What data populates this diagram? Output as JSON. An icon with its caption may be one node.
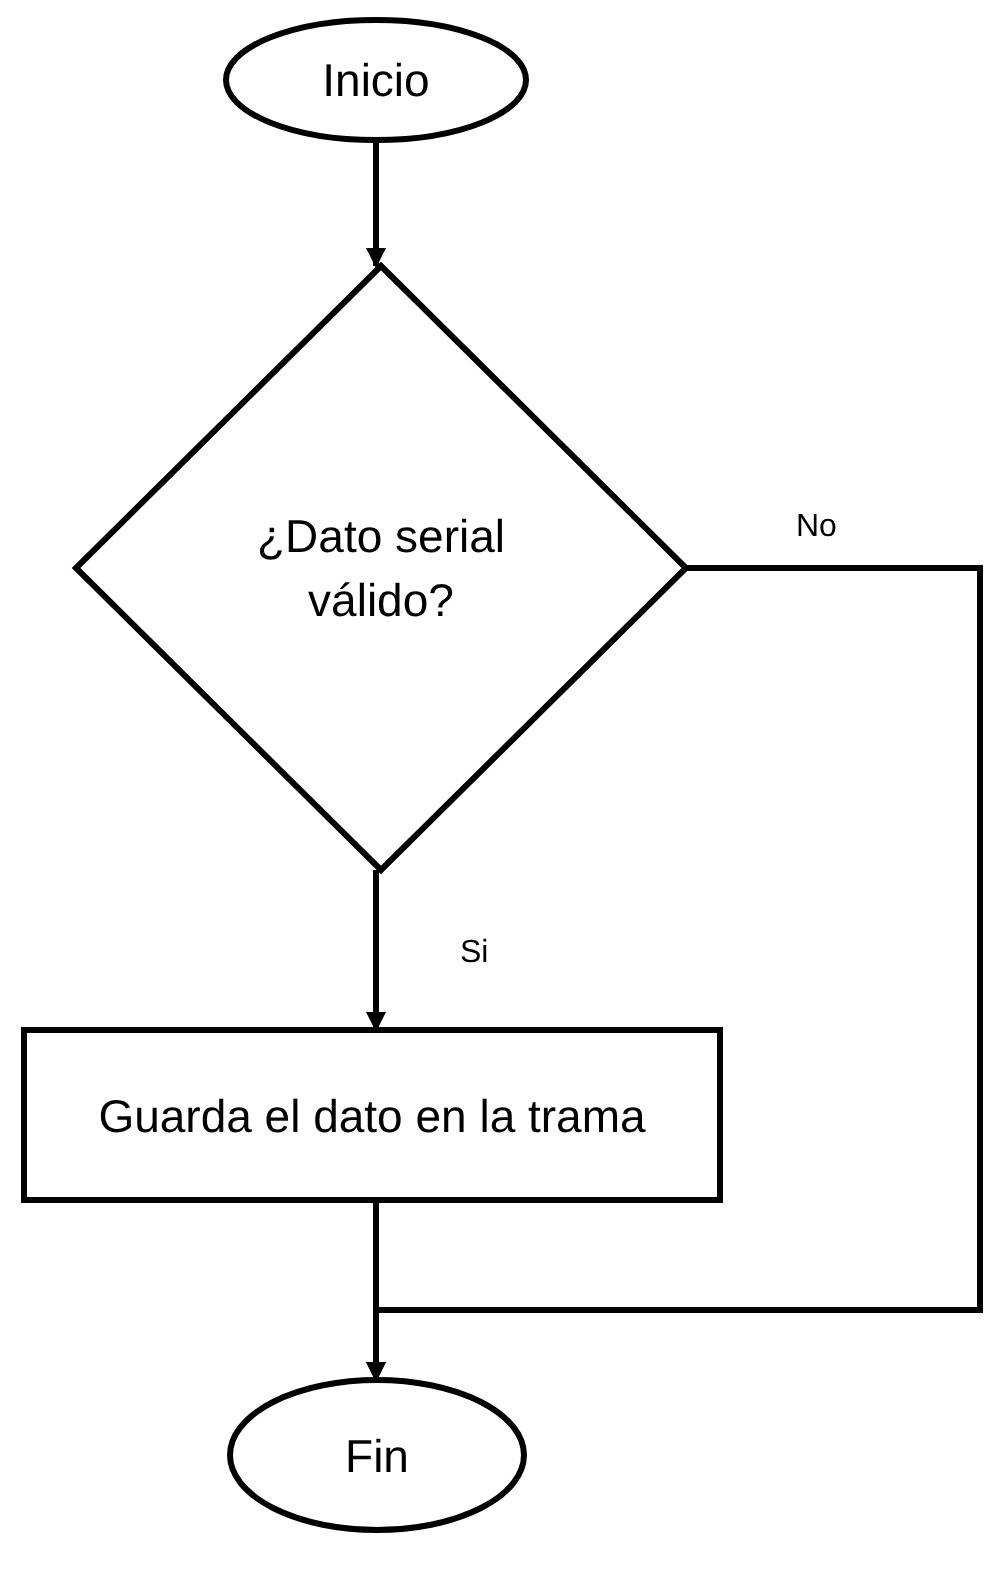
{
  "diagram": {
    "nodes": [
      {
        "text": [
          "Inicio"
        ]
      },
      {
        "text": [
          "¿Dato serial válido?"
        ]
      },
      {
        "text": [
          "Guarda el dato en la trama"
        ]
      },
      {
        "text": [
          "Fin"
        ]
      }
    ],
    "edges": [
      {
        "from": 0,
        "to": 1,
        "arrow": "to"
      },
      {
        "from": 1,
        "to": 2,
        "arrow": "to",
        "label": "Si"
      },
      {
        "from": 2,
        "to": 3,
        "arrow": "to"
      },
      {
        "from": 1,
        "to": 3,
        "arrow": "to",
        "label": "No"
      }
    ]
  }
}
